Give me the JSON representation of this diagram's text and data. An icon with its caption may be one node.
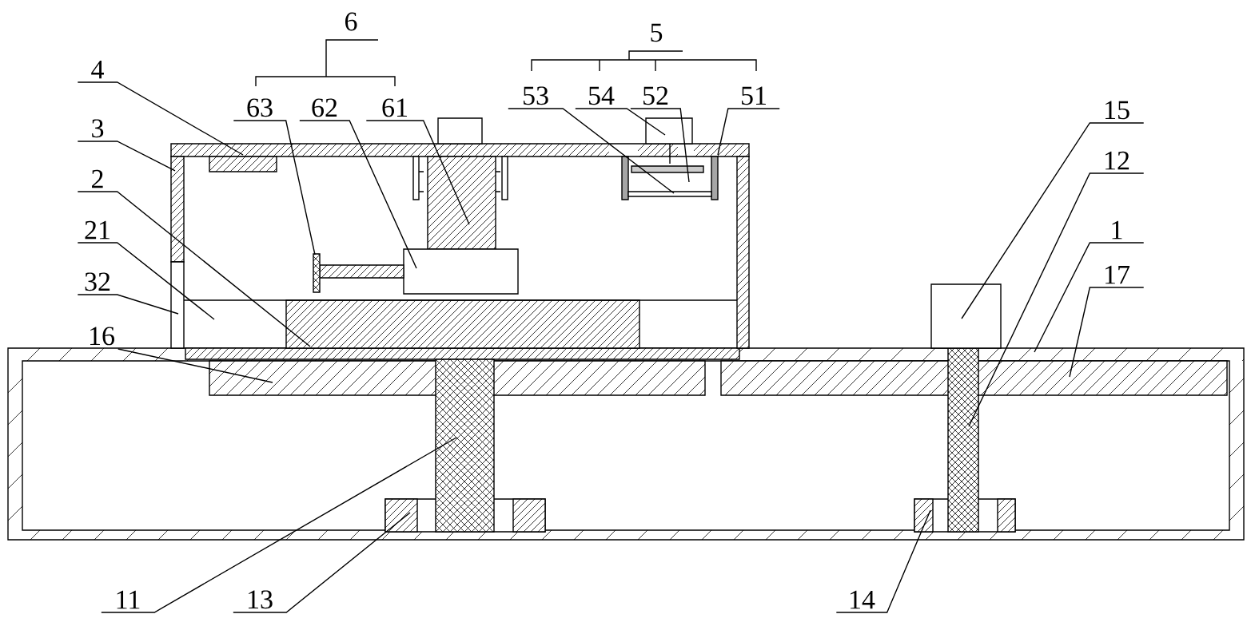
{
  "diagram": {
    "nodes": [
      {
        "text": [
          "4"
        ]
      },
      {
        "text": [
          "63"
        ]
      },
      {
        "text": [
          "62"
        ]
      },
      {
        "text": [
          "61"
        ]
      },
      {
        "text": [
          "53"
        ]
      },
      {
        "text": [
          "54"
        ]
      },
      {
        "text": [
          "52"
        ]
      },
      {
        "text": [
          "51"
        ]
      },
      {
        "text": [
          "3"
        ]
      },
      {
        "text": [
          "15"
        ]
      },
      {
        "text": [
          "2"
        ]
      },
      {
        "text": [
          "12"
        ]
      },
      {
        "text": [
          "21"
        ]
      },
      {
        "text": [
          "1"
        ]
      },
      {
        "text": [
          "32"
        ]
      },
      {
        "text": [
          "17"
        ]
      },
      {
        "text": [
          "16"
        ]
      },
      {
        "text": [
          "11"
        ]
      },
      {
        "text": [
          "13"
        ]
      },
      {
        "text": [
          "14"
        ]
      }
    ],
    "edges": [
      {
        "from": 0,
        "to": null,
        "arrow": "none"
      },
      {
        "from": 1,
        "to": null,
        "arrow": "none"
      },
      {
        "from": 2,
        "to": null,
        "arrow": "none"
      },
      {
        "from": 3,
        "to": null,
        "arrow": "none"
      },
      {
        "from": 4,
        "to": null,
        "arrow": "none"
      },
      {
        "from": 5,
        "to": null,
        "arrow": "none"
      },
      {
        "from": 6,
        "to": null,
        "arrow": "none"
      },
      {
        "from": 7,
        "to": null,
        "arrow": "none"
      },
      {
        "from": 8,
        "to": null,
        "arrow": "none"
      },
      {
        "from": 9,
        "to": null,
        "arrow": "none"
      },
      {
        "from": 10,
        "to": null,
        "arrow": "none"
      },
      {
        "from": 11,
        "to": null,
        "arrow": "none"
      },
      {
        "from": 12,
        "to": null,
        "arrow": "none"
      },
      {
        "from": 13,
        "to": null,
        "arrow": "none"
      },
      {
        "from": 14,
        "to": null,
        "arrow": "none"
      },
      {
        "from": 15,
        "to": null,
        "arrow": "none"
      },
      {
        "from": 16,
        "to": null,
        "arrow": "none"
      },
      {
        "from": 17,
        "to": null,
        "arrow": "none"
      },
      {
        "from": 18,
        "to": null,
        "arrow": "none"
      },
      {
        "from": 19,
        "to": null,
        "arrow": "none"
      }
    ],
    "labels": [
      "6",
      "5"
    ]
  }
}
